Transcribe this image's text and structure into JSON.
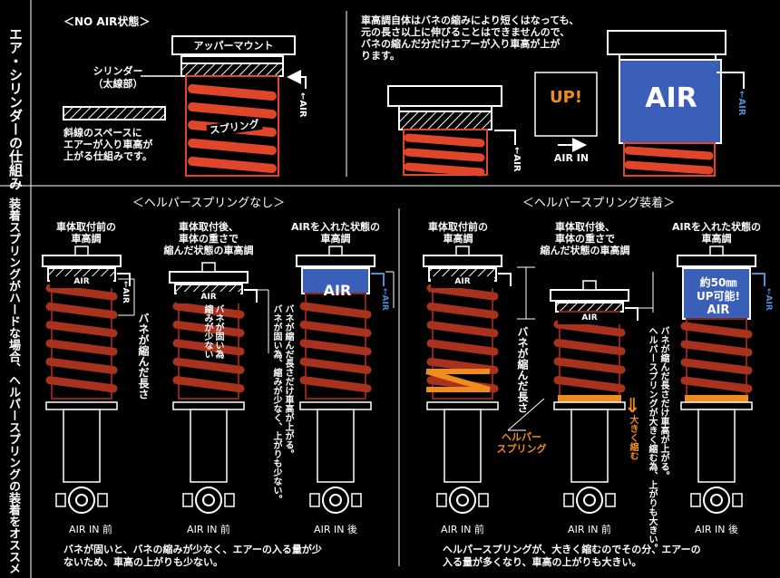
{
  "colors": {
    "accent": "#f08c1e",
    "air_blue": "#3a5fb8",
    "air_arrow": "#4a8fd8"
  },
  "side_labels": {
    "top": "エア・シリンダーの仕組み",
    "bottom": "装着スプリングがハードな場合、ヘルパースプリングの装着をオススメ"
  },
  "top": {
    "no_air_title": "＜NO AIR状態＞",
    "mount": "アッパーマウント",
    "cylinder_line1": "シリンダー",
    "cylinder_line2": "（太線部）",
    "spring": "スプリング",
    "hatch_line1": "斜線のスペースに",
    "hatch_line2": "エアーが入り車高が",
    "hatch_line3": "上がる仕組みです。",
    "air_arrow": "←AIR",
    "explain_line1": "車高調自体はバネの縮みにより短くはなっても、",
    "explain_line2": "元の長さ以上に伸びることはできませんので、",
    "explain_line3": "バネの縮んだ分だけエアーが入り車高が上が",
    "explain_line4": "ります。",
    "up": "UP!",
    "air_in": "AIR  IN",
    "air_big": "AIR"
  },
  "left": {
    "title": "＜ヘルパースプリングなし＞",
    "col1_head": "車体取付前の\n車高調",
    "col2_head": "車体取付後、\n車体の重さで\n縮んだ状態の車高調",
    "col3_head": "AIRを入れた状態の\n車高調",
    "air_small": "AIR",
    "air_arrow": "←AIR",
    "compressed": "バネが縮んだ長さ",
    "hard_note": "バネが固い為\n縮みが少ない",
    "air_note": "バネが縮んだ長さだけ車高が上がる。\nバネが固い為、縮みが少なく、上がりも少ない。",
    "footer1": "AIR IN 前",
    "footer2": "AIR IN 前",
    "footer3": "AIR IN 後",
    "caption_line1": "バネが固いと、バネの縮みが少なく、エアーの入る量が少",
    "caption_line2": "ないため、車高の上がりも少ない。"
  },
  "right": {
    "title": "＜ヘルパースプリング装着＞",
    "col1_head": "車体取付前の\n車高調",
    "col2_head": "車体取付後、\n車体の重さで\n縮んだ状態の車高調",
    "col3_head": "AIRを入れた状態の\n車高調",
    "air_small": "AIR",
    "air_arrow": "←AIR",
    "compressed": "バネが縮んだ長さ",
    "helper": "ヘルパー\nスプリング",
    "big_shrink": "大きく縮む",
    "air_note": "バネが縮んだ長さだけ車高が上がる。\nヘルパースプリングが大きく縮む為、上がりも大きい。",
    "up50_line1": "約50㎜",
    "up50_line2": "UP可能!",
    "up50_line3": "AIR",
    "footer1": "AIR IN 前",
    "footer2": "AIR IN 前",
    "footer3": "AIR IN 後",
    "caption_line1": "ヘルパースプリングが、大きく縮むのでその分、エアーの",
    "caption_line2": "入る量が多くなり、車高の上がりも大きい。"
  }
}
